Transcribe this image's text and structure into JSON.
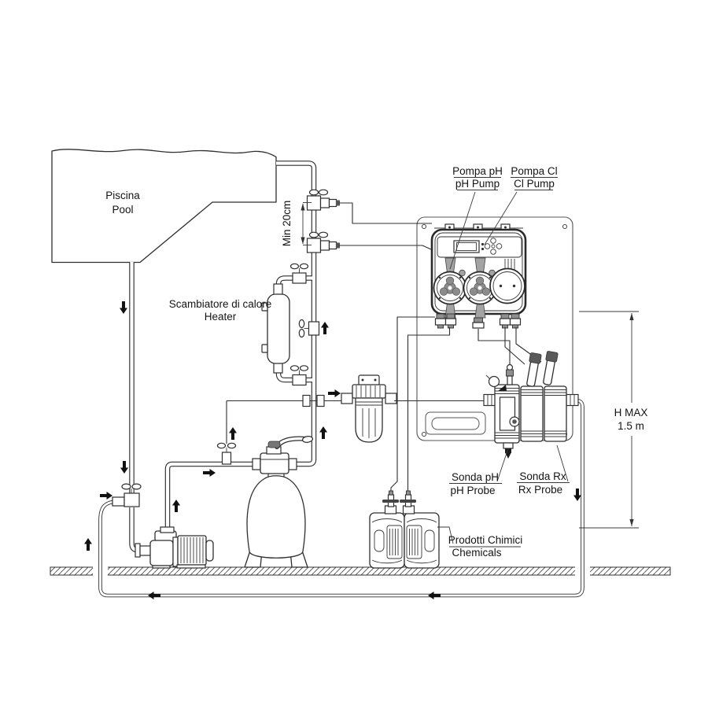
{
  "labels": {
    "pool": {
      "it": "Piscina",
      "en": "Pool"
    },
    "heater": {
      "it": "Scambiatore di calore",
      "en": "Heater"
    },
    "min_distance": "Min 20cm",
    "pump_ph": {
      "it": "Pompa pH",
      "en": "pH Pump"
    },
    "pump_cl": {
      "it": "Pompa Cl",
      "en": "Cl Pump"
    },
    "probe_ph": {
      "it": "Sonda pH",
      "en": "pH Probe"
    },
    "probe_rx": {
      "it": "Sonda Rx",
      "en": "Rx Probe"
    },
    "chemicals": {
      "it": "Prodotti Chimici",
      "en": "Chemicals"
    },
    "h_max": {
      "line1": "H MAX",
      "line2": "1.5 m"
    }
  },
  "colors": {
    "line": "#2f2f2f",
    "background": "#ffffff",
    "fill_gray": "#8c8c8c"
  }
}
